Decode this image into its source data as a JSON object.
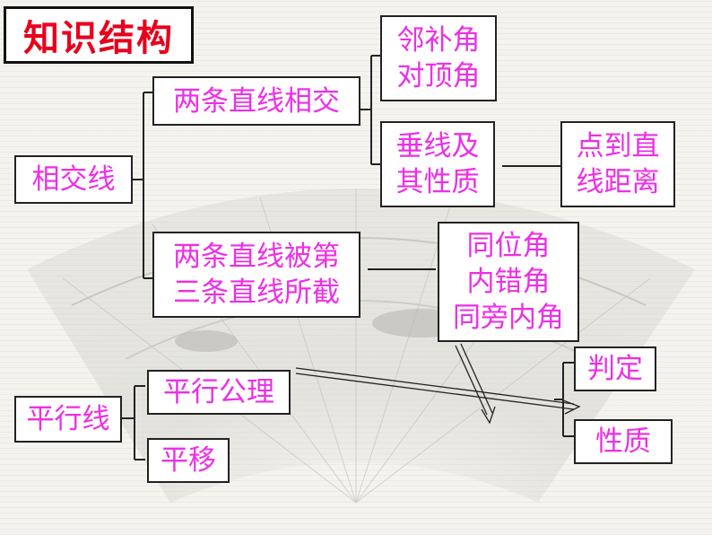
{
  "title": "知识结构",
  "nodes": {
    "xiangjiaoxian": "相交线",
    "liangtiao_xiangjiao": "两条直线相交",
    "linbujiao": "邻补角",
    "duidingjiao": "对顶角",
    "chuixian_1": "垂线及",
    "chuixian_2": "其性质",
    "dian_1": "点到直",
    "dian_2": "线距离",
    "beidisan_1": "两条直线被第",
    "beidisan_2": "三条直线所截",
    "tongweijiao": "同位角",
    "neicuojiao": "内错角",
    "tongpang": "同旁内角",
    "pingxingxian": "平行线",
    "gongli": "平行公理",
    "pingyi": "平移",
    "panding": "判定",
    "xingzhi": "性质"
  },
  "colors": {
    "title_text": "#e8001c",
    "node_text": "#ee2ee6",
    "line": "#222222",
    "background": "#f4f3ee",
    "bottom_band": "#2a2a24"
  }
}
